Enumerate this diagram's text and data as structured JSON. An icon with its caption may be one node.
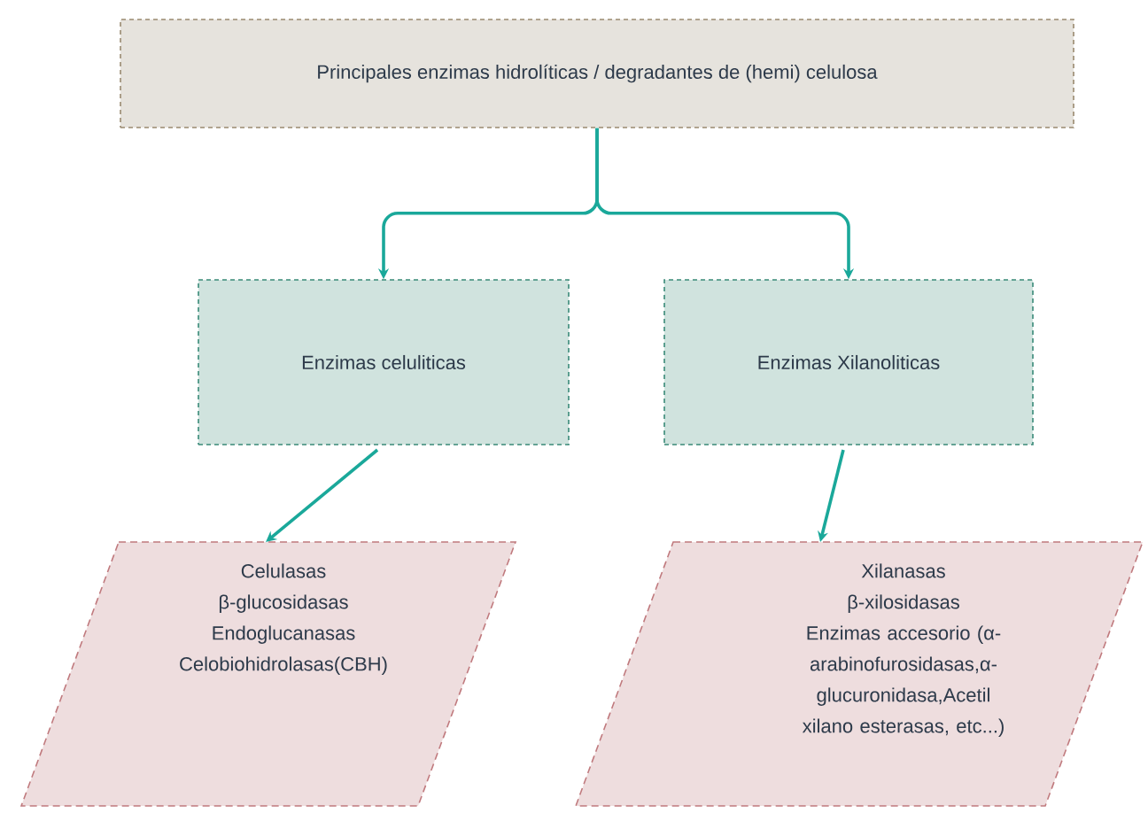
{
  "diagram": {
    "nodes": [
      {
        "text": [
          "Principales enzimas hidrolíticas / degradantes de (hemi) celulosa"
        ]
      },
      {
        "text": [
          "Enzimas celuliticas"
        ]
      },
      {
        "text": [
          "Enzimas Xilanoliticas"
        ]
      },
      {
        "text": [
          "Celulasas",
          "β-glucosidasas",
          "Endoglucanasas",
          "Celobiohidrolasas(CBH)"
        ]
      },
      {
        "text": [
          "Xilanasas",
          "β-xilosidasas",
          "Enzimas accesorio (α-arabinofurosidasas,α-glucuronidasa,Acetil xilano esterasas, etc...)"
        ]
      }
    ],
    "edges": [
      {
        "from": 0,
        "to": 1,
        "arrow": "to"
      },
      {
        "from": 0,
        "to": 2,
        "arrow": "to"
      },
      {
        "from": 1,
        "to": 3,
        "arrow": "to"
      },
      {
        "from": 2,
        "to": 4,
        "arrow": "to"
      }
    ]
  }
}
